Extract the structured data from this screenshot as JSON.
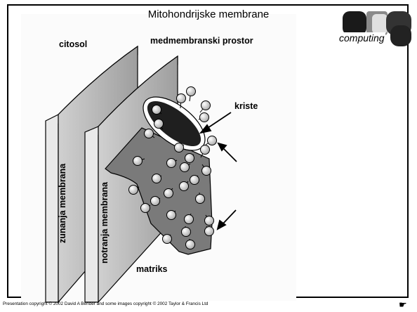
{
  "title": "Mitohondrijske membrane",
  "logo": {
    "text": "computing"
  },
  "labels": {
    "cytosol": "citosol",
    "intermembrane_space": "medmembranski prostor",
    "cristae": "kriste",
    "outer_membrane": "zunanja membrana",
    "inner_membrane": "notranja membrana",
    "matrix": "matriks"
  },
  "footer": "Presentation copyright © 2002 David A Bender and some images copyright © 2002 Taylor & Francis Ltd",
  "icons": {
    "nav": "pointing-hand-icon"
  }
}
